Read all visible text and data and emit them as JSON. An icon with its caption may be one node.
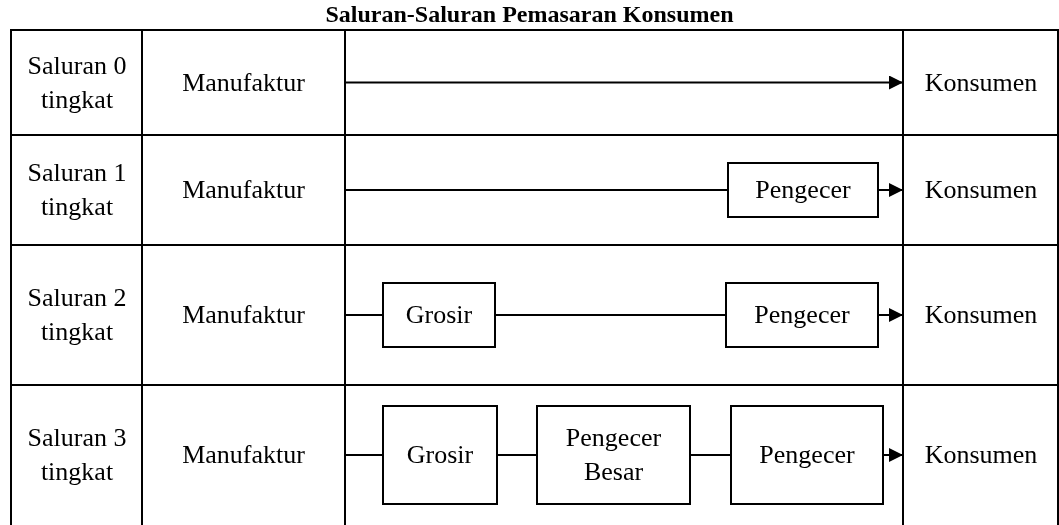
{
  "diagram": {
    "title": "Saluran-Saluran Pemasaran Konsumen",
    "nodes": [
      {
        "text": [
          "Manufaktur"
        ]
      },
      {
        "text": [
          "Konsumen"
        ]
      },
      {
        "text": [
          "Manufaktur"
        ]
      },
      {
        "text": [
          "Pengecer"
        ]
      },
      {
        "text": [
          "Konsumen"
        ]
      },
      {
        "text": [
          "Manufaktur"
        ]
      },
      {
        "text": [
          "Grosir"
        ]
      },
      {
        "text": [
          "Pengecer"
        ]
      },
      {
        "text": [
          "Konsumen"
        ]
      },
      {
        "text": [
          "Manufaktur"
        ]
      },
      {
        "text": [
          "Grosir"
        ]
      },
      {
        "text": [
          "Pengecer Besar"
        ]
      },
      {
        "text": [
          "Pengecer"
        ]
      },
      {
        "text": [
          "Konsumen"
        ]
      }
    ],
    "edges": [
      {
        "from": 0,
        "to": 1,
        "arrow": "to"
      },
      {
        "from": 2,
        "to": 3,
        "arrow": "none"
      },
      {
        "from": 3,
        "to": 4,
        "arrow": "to"
      },
      {
        "from": 5,
        "to": 6,
        "arrow": "none"
      },
      {
        "from": 6,
        "to": 7,
        "arrow": "none"
      },
      {
        "from": 7,
        "to": 8,
        "arrow": "to"
      },
      {
        "from": 9,
        "to": 10,
        "arrow": "none"
      },
      {
        "from": 10,
        "to": 11,
        "arrow": "none"
      },
      {
        "from": 11,
        "to": 12,
        "arrow": "none"
      },
      {
        "from": 12,
        "to": 13,
        "arrow": "to"
      }
    ],
    "labels": [
      "Saluran 0 tingkat",
      "Saluran 1 tingkat",
      "Saluran 2 tingkat",
      "Saluran 3 tingkat"
    ]
  }
}
